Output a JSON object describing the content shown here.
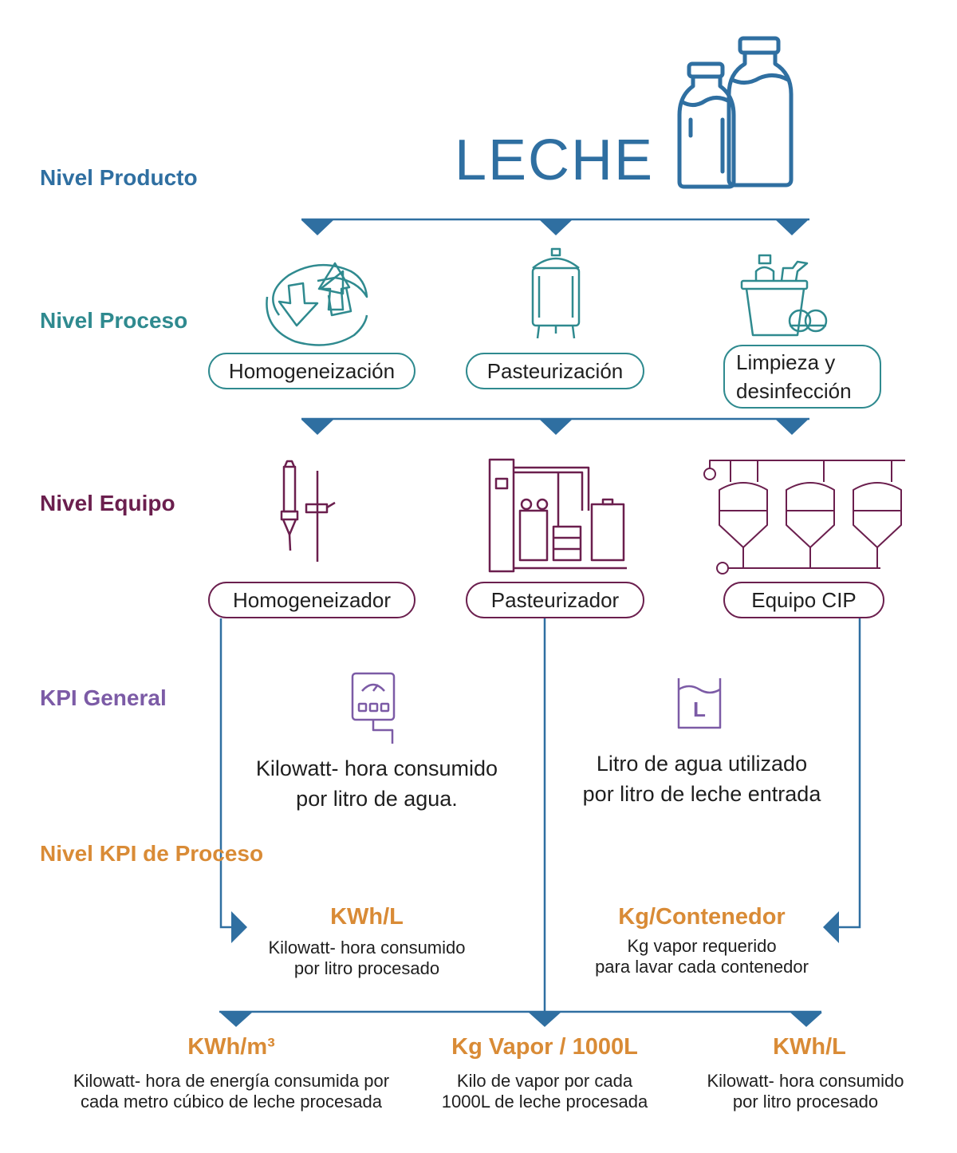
{
  "colors": {
    "blue": "#2f6fa1",
    "teal": "#2f8a8f",
    "plum": "#6b1f4e",
    "violet": "#7c5ba6",
    "orange": "#d98b36"
  },
  "levels": {
    "product": "Nivel Producto",
    "process": "Nivel Proceso",
    "equipment": "Nivel Equipo",
    "kpi_general": "KPI General",
    "kpi_process": "Nivel KPI de Proceso"
  },
  "product": {
    "title": "LECHE",
    "icon": "milk-bottles-icon"
  },
  "processes": [
    {
      "label": "Homogeneización",
      "icon": "recycle-arrows-icon"
    },
    {
      "label": "Pasteurización",
      "icon": "tank-icon"
    },
    {
      "label": "Limpieza y\ndesinfección",
      "icon": "cleaning-bucket-icon"
    }
  ],
  "equipment": [
    {
      "label": "Homogeneizador",
      "icon": "homogenizer-icon"
    },
    {
      "label": "Pasteurizador",
      "icon": "pasteurizer-machine-icon"
    },
    {
      "label": "Equipo CIP",
      "icon": "cip-tanks-icon"
    }
  ],
  "kpi_general": [
    {
      "text": "Kilowatt- hora consumido\npor litro de agua.",
      "icon": "energy-meter-icon"
    },
    {
      "text": "Litro de agua utilizado\npor litro de leche entrada",
      "icon": "water-liter-icon",
      "icon_letter": "L"
    }
  ],
  "kpi_process": [
    {
      "title": "KWh/L",
      "desc": "Kilowatt- hora consumido\npor litro procesado"
    },
    {
      "title": "Kg/Contenedor",
      "desc": "Kg vapor requerido\npara lavar cada contenedor"
    }
  ],
  "kpi_bottom": [
    {
      "title": "KWh/m³",
      "desc": "Kilowatt- hora de energía consumida por\ncada metro cúbico de leche procesada"
    },
    {
      "title": "Kg Vapor / 1000L",
      "desc": "Kilo de vapor por cada\n1000L de leche procesada"
    },
    {
      "title": "KWh/L",
      "desc": "Kilowatt- hora consumido\npor litro procesado"
    }
  ]
}
